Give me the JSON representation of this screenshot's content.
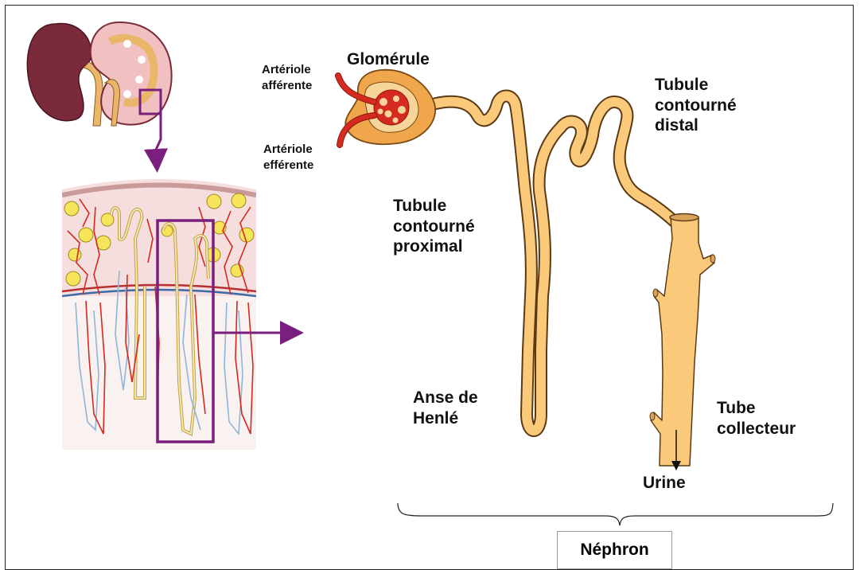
{
  "labels": {
    "glomerule": "Glomérule",
    "arteriole_afferente": [
      "Artériole",
      "afférente"
    ],
    "arteriole_efferente": [
      "Artériole",
      "efférente"
    ],
    "tubule_distal": [
      "Tubule",
      "contourné",
      "distal"
    ],
    "tubule_proximal": [
      "Tubule",
      "contourné",
      "proximal"
    ],
    "anse_henle": [
      "Anse de",
      "Henlé"
    ],
    "tube_collecteur": [
      "Tube",
      "collecteur"
    ],
    "urine": "Urine",
    "nephron": "Néphron"
  },
  "colors": {
    "tubule": "#fbc97a",
    "tubule_outline": "#5a3a14",
    "arteriole": "#d42a1f",
    "kidney": "#7a2a3a",
    "ureter": "#e9b66a",
    "vein": "#8fb6d8",
    "highlight_box": "#7a1f7e",
    "capsule": "#f0a64a",
    "follicle": "#f6e45a",
    "tissue_upper": "#f5dedd",
    "tissue_lower": "#faf1f1"
  }
}
